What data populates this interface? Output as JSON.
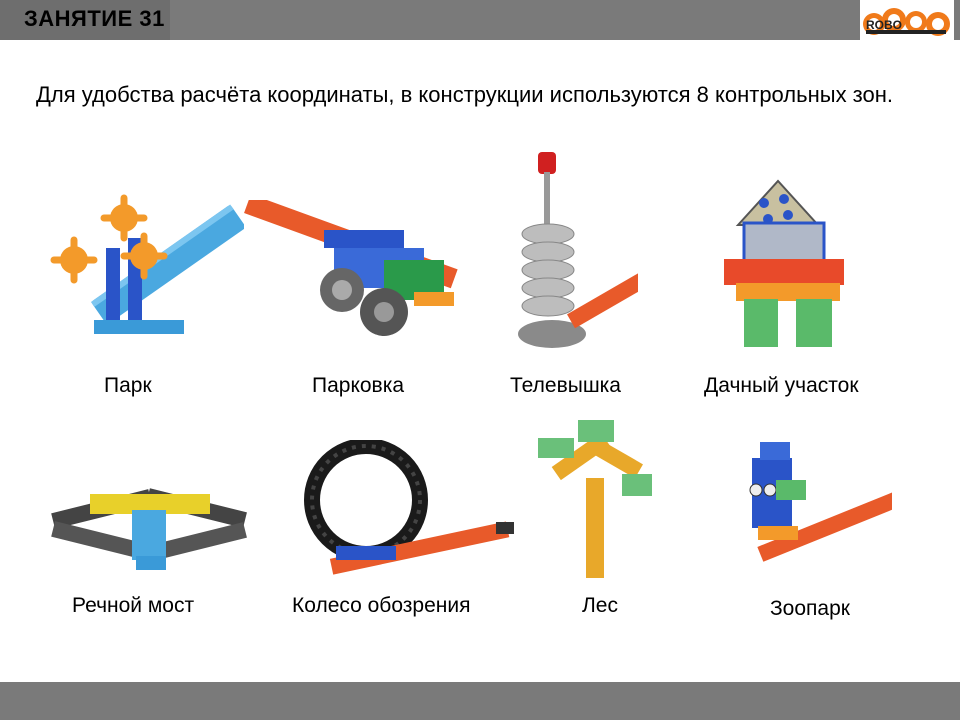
{
  "header": {
    "title": "ЗАНЯТИЕ 31",
    "logo_text": "ROBO"
  },
  "main": {
    "text": "Для удобства расчёта координаты, в конструкции используются 8 контрольных зон.",
    "zones": [
      {
        "label": "Парк",
        "icon": "park-model"
      },
      {
        "label": "Парковка",
        "icon": "parking-model"
      },
      {
        "label": "Телевышка",
        "icon": "tv-tower-model"
      },
      {
        "label": "Дачный участок",
        "icon": "cottage-model"
      },
      {
        "label": "Речной мост",
        "icon": "river-bridge-model"
      },
      {
        "label": "Колесо обозрения",
        "icon": "ferris-wheel-model"
      },
      {
        "label": "Лес",
        "icon": "forest-model"
      },
      {
        "label": "Зоопарк",
        "icon": "zoo-model"
      }
    ]
  }
}
